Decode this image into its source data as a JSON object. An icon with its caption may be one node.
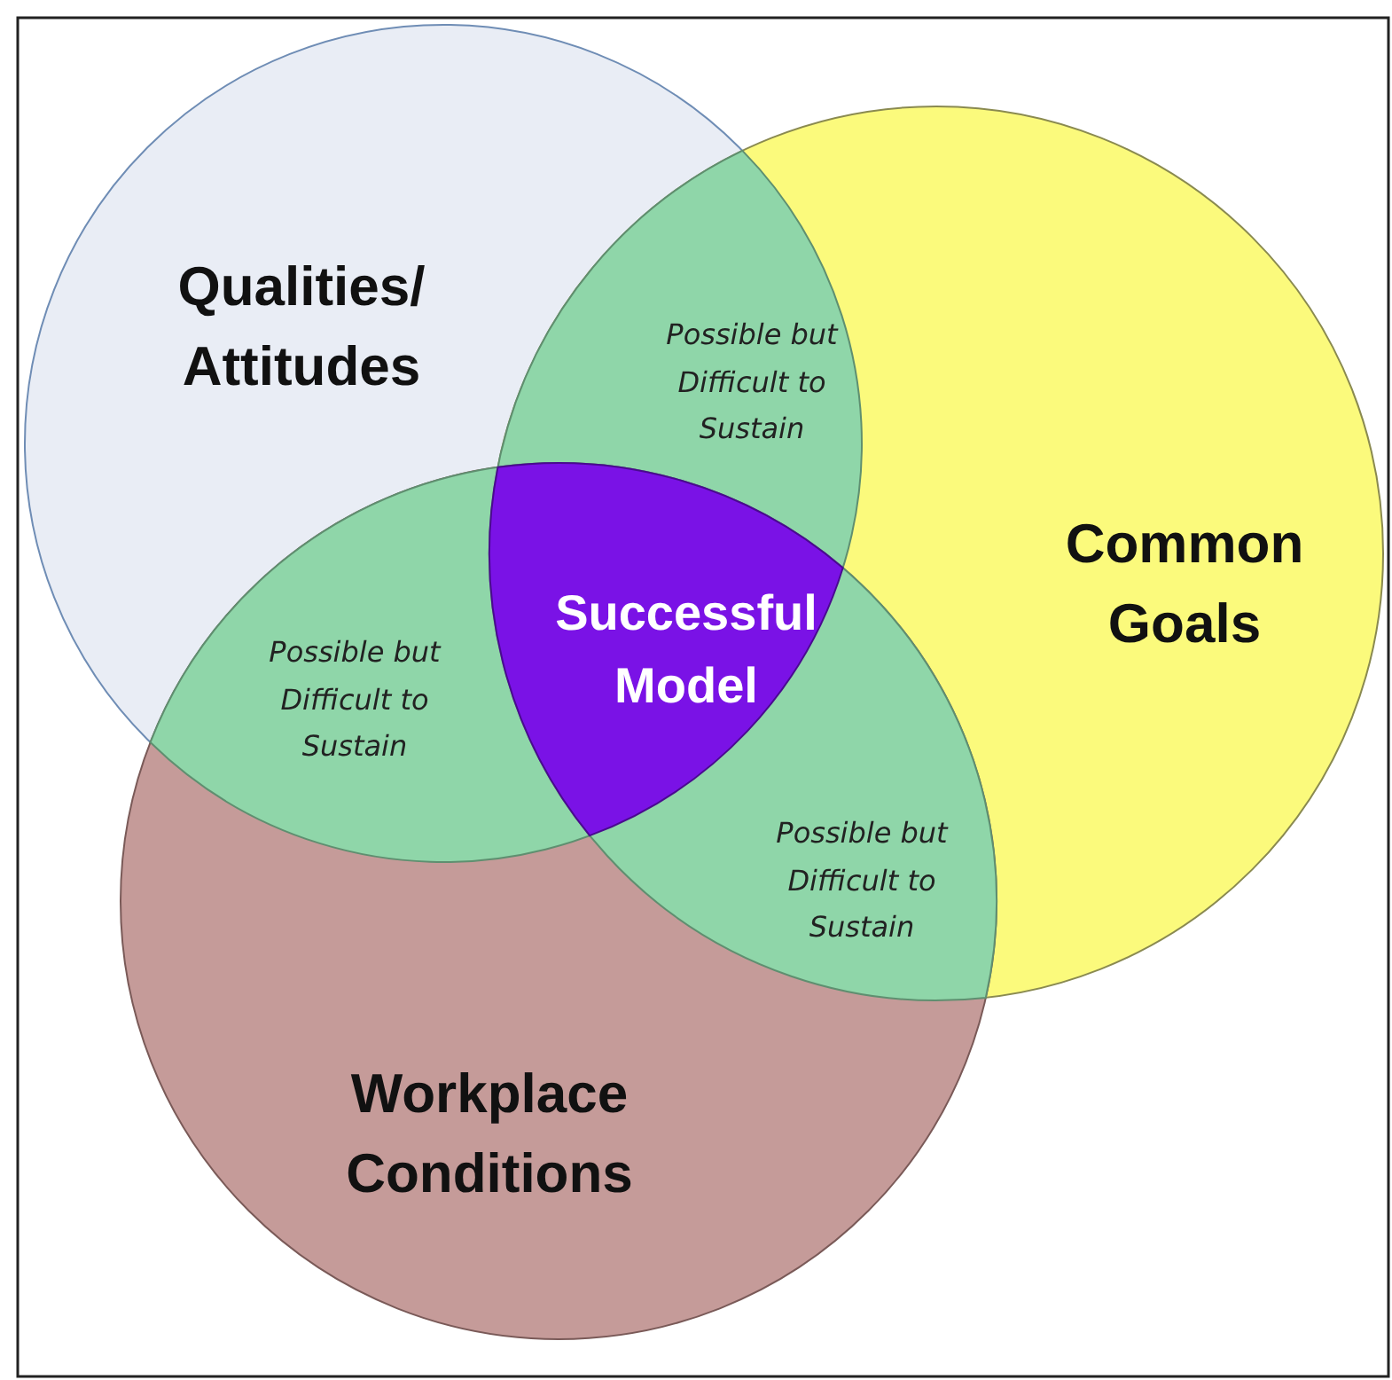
{
  "diagram": {
    "nodes": [
      {
        "text": [
          "Qualities/ Attitudes"
        ]
      },
      {
        "text": [
          "Common Goals"
        ]
      },
      {
        "text": [
          "Workplace Conditions"
        ]
      },
      {
        "text": [
          "Possible but Difficult to Sustain"
        ]
      },
      {
        "text": [
          "Possible but Difficult to Sustain"
        ]
      },
      {
        "text": [
          "Successful Model"
        ]
      },
      {
        "text": [
          "Possible but Difficult to Sustain"
        ]
      }
    ]
  }
}
